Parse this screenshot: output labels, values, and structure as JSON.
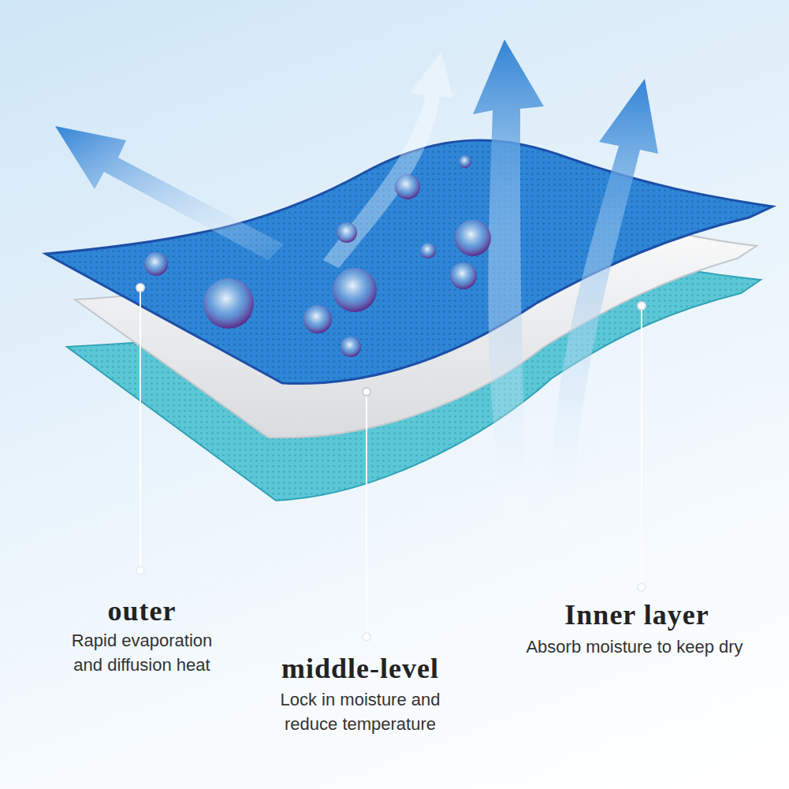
{
  "diagram": {
    "labels": [
      "outer",
      "Rapid evaporation and diffusion heat",
      "middle-level",
      "Lock in moisture and reduce temperature",
      "Inner layer",
      "Absorb moisture to keep dry"
    ]
  }
}
